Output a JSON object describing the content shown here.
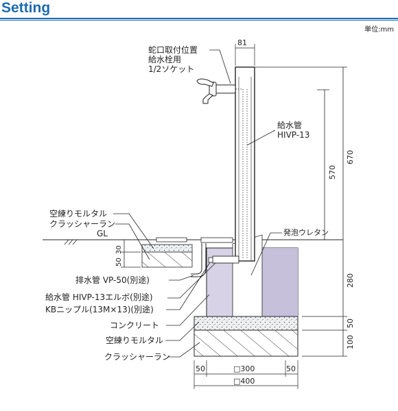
{
  "header": {
    "title": "Setting",
    "unit": "単位:mm"
  },
  "labels": {
    "faucet_line1": "蛇口取付位置",
    "faucet_line2": "給水栓用",
    "faucet_line3": "1/2ソケット",
    "supply_pipe_line1": "給水管",
    "supply_pipe_line2": "HIVP-13",
    "urethane": "発泡ウレタン",
    "mortar_top": "空練りモルタル",
    "crusher_top": "クラッシャーラン",
    "gl": "GL",
    "drain_pipe": "排水管 VP-50(別途)",
    "supply_elbow": "給水管 HIVP-13エルボ(別途)",
    "kb_nipple": "KBニップル(13M×13)(別途)",
    "concrete": "コンクリート",
    "mortar_bottom": "空練りモルタル",
    "crusher_bottom": "クラッシャーラン"
  },
  "dimensions": {
    "width_top": "81",
    "d570": "570",
    "d670": "670",
    "d280": "280",
    "d50_right": "50",
    "d100_right": "100",
    "d50_left": "50",
    "d30_left": "30",
    "d50_bottom_left": "50",
    "d300": "□300",
    "d50_bottom_right": "50",
    "d400": "□400"
  }
}
